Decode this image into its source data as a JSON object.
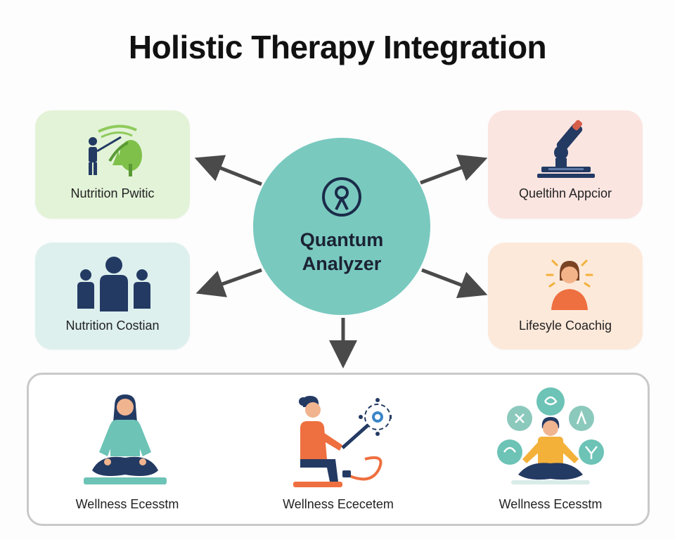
{
  "diagram": {
    "title": "Holistic Therapy Integration",
    "hub": {
      "label_line1": "Quantum",
      "label_line2": "Analyzer",
      "icon": "person-circle-icon"
    },
    "cards": [
      {
        "id": "nutrition-pwitic",
        "label": "Nutrition Pwitic",
        "icon": "gardener-plant-icon",
        "color": "#e3f3d8"
      },
      {
        "id": "qulelthn-appcior",
        "label": "Queltihn Appcior",
        "icon": "microscope-icon",
        "color": "#fbe5e1"
      },
      {
        "id": "nutrition-costian",
        "label": "Nutrition Costian",
        "icon": "group-people-icon",
        "color": "#ddf0ee"
      },
      {
        "id": "lifesyle-coachig",
        "label": "Lifesyle Coachig",
        "icon": "glowing-person-icon",
        "color": "#fde9da"
      }
    ],
    "ecosystem": [
      {
        "label": "Wellness Ecesstm",
        "icon": "meditating-woman-icon"
      },
      {
        "label": "Wellness Ececetem",
        "icon": "woman-with-device-icon"
      },
      {
        "label": "Wellness Ecesstm",
        "icon": "meditation-symbols-icon"
      }
    ],
    "colors": {
      "hub": "#79c9bf",
      "arrow": "#4a4a4a",
      "frame": "#c9c9c9"
    }
  }
}
